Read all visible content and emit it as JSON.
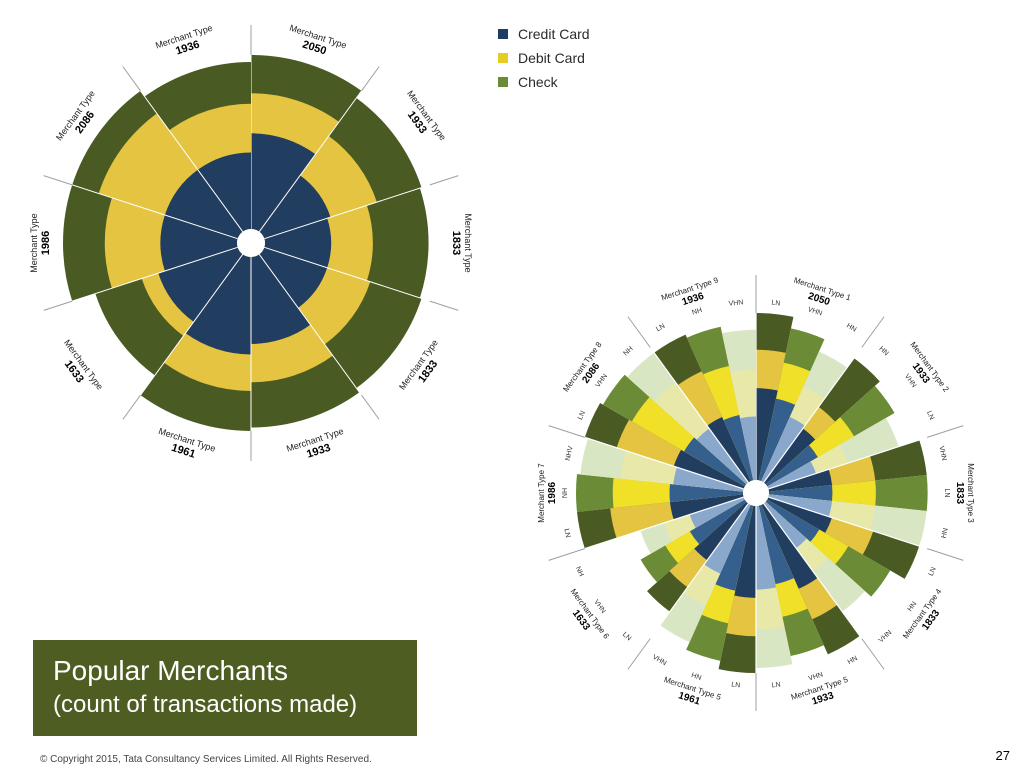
{
  "colors": {
    "credit": "#213d60",
    "debit": "#e4c440",
    "check": "#4a5a23"
  },
  "legend": [
    {
      "label": "Credit Card",
      "color": "#1f3c63"
    },
    {
      "label": "Debit Card",
      "color": "#e5cd22"
    },
    {
      "label": "Check",
      "color": "#6b8b36"
    }
  ],
  "title": {
    "line1": "Popular Merchants",
    "line2": "(count of transactions made)"
  },
  "footer": "© Copyright 2015, Tata Consultancy Services Limited. All Rights Reserved.",
  "page_number": "27",
  "chart_data": [
    {
      "type": "polar-area",
      "series_names": [
        "Credit Card",
        "Debit Card",
        "Check"
      ],
      "segments": [
        {
          "name": "Merchant Type",
          "number": "2050",
          "credit": 0.55,
          "debit": 0.78,
          "check": 1.0
        },
        {
          "name": "Merchant Type",
          "number": "1933",
          "credit": 0.4,
          "debit": 0.68,
          "check": 0.95
        },
        {
          "name": "Merchant Type",
          "number": "1833",
          "credit": 0.38,
          "debit": 0.62,
          "check": 0.94
        },
        {
          "name": "Merchant Type",
          "number": "1833",
          "credit": 0.38,
          "debit": 0.64,
          "check": 0.95
        },
        {
          "name": "Merchant Type",
          "number": "1933",
          "credit": 0.5,
          "debit": 0.72,
          "check": 0.98
        },
        {
          "name": "Merchant Type",
          "number": "1961",
          "credit": 0.56,
          "debit": 0.77,
          "check": 1.0
        },
        {
          "name": "Merchant Type",
          "number": "1633",
          "credit": 0.48,
          "debit": 0.58,
          "check": 0.86
        },
        {
          "name": "Merchant Type",
          "number": "1986",
          "credit": 0.44,
          "debit": 0.76,
          "check": 1.0
        },
        {
          "name": "Merchant Type",
          "number": "2086",
          "credit": 0.44,
          "debit": 0.84,
          "check": 1.0
        },
        {
          "name": "Merchant Type",
          "number": "1936",
          "credit": 0.44,
          "debit": 0.72,
          "check": 0.96
        }
      ]
    },
    {
      "type": "polar-area-nested",
      "series_names": [
        "Credit Card",
        "Debit Card",
        "Check"
      ],
      "segments": [
        {
          "name": "Merchant Type 1",
          "number": "2050",
          "subs": [
            {
              "label": "LN",
              "credit": 0.55,
              "debit": 0.78,
              "check": 1.0
            },
            {
              "label": "VHN",
              "credit": 0.5,
              "debit": 0.72,
              "check": 0.93
            },
            {
              "label": "HN",
              "credit": 0.42,
              "debit": 0.62,
              "check": 0.85
            }
          ]
        },
        {
          "name": "Merchant Type 2",
          "number": "1933",
          "subs": [
            {
              "label": "HN",
              "credit": 0.4,
              "debit": 0.56,
              "check": 0.92
            },
            {
              "label": "VHN",
              "credit": 0.35,
              "debit": 0.6,
              "check": 0.88
            },
            {
              "label": "LN",
              "credit": 0.3,
              "debit": 0.5,
              "check": 0.82
            }
          ]
        },
        {
          "name": "Merchant Type 3",
          "number": "1833",
          "subs": [
            {
              "label": "VHN",
              "credit": 0.38,
              "debit": 0.64,
              "check": 0.95
            },
            {
              "label": "LN",
              "credit": 0.38,
              "debit": 0.64,
              "check": 0.95
            },
            {
              "label": "HN",
              "credit": 0.38,
              "debit": 0.64,
              "check": 0.95
            }
          ]
        },
        {
          "name": "Merchant Type 4",
          "number": "1833",
          "subs": [
            {
              "label": "LN",
              "credit": 0.4,
              "debit": 0.66,
              "check": 0.95
            },
            {
              "label": "HN",
              "credit": 0.36,
              "debit": 0.56,
              "check": 0.85
            },
            {
              "label": "VHN",
              "credit": 0.33,
              "debit": 0.5,
              "check": 0.8
            }
          ]
        },
        {
          "name": "Merchant Type 5",
          "number": "1933",
          "subs": [
            {
              "label": "HN",
              "credit": 0.55,
              "debit": 0.75,
              "check": 0.98
            },
            {
              "label": "VHN",
              "credit": 0.48,
              "debit": 0.68,
              "check": 0.92
            },
            {
              "label": "LN",
              "credit": 0.5,
              "debit": 0.74,
              "check": 0.97
            }
          ]
        },
        {
          "name": "Merchant Type 5",
          "number": "1961",
          "subs": [
            {
              "label": "LN",
              "credit": 0.55,
              "debit": 0.78,
              "check": 1.0
            },
            {
              "label": "HN",
              "credit": 0.52,
              "debit": 0.72,
              "check": 0.95
            },
            {
              "label": "VHN",
              "credit": 0.45,
              "debit": 0.66,
              "check": 0.9
            }
          ]
        },
        {
          "name": "Merchant Type 6",
          "number": "1633",
          "subs": [
            {
              "label": "LN",
              "credit": 0.42,
              "debit": 0.62,
              "check": 0.8
            },
            {
              "label": "VHN",
              "credit": 0.38,
              "debit": 0.55,
              "check": 0.72
            },
            {
              "label": "NH",
              "credit": 0.34,
              "debit": 0.5,
              "check": 0.65
            }
          ]
        },
        {
          "name": "Merchant Type 7",
          "number": "1986",
          "subs": [
            {
              "label": "LN",
              "credit": 0.44,
              "debit": 0.8,
              "check": 1.0
            },
            {
              "label": "NH",
              "credit": 0.44,
              "debit": 0.78,
              "check": 1.0
            },
            {
              "label": "NHV",
              "credit": 0.42,
              "debit": 0.74,
              "check": 0.98
            }
          ]
        },
        {
          "name": "Merchant Type 8",
          "number": "2086",
          "subs": [
            {
              "label": "LN",
              "credit": 0.44,
              "debit": 0.8,
              "check": 1.0
            },
            {
              "label": "VHN",
              "credit": 0.42,
              "debit": 0.78,
              "check": 0.98
            },
            {
              "label": "NH",
              "credit": 0.4,
              "debit": 0.74,
              "check": 0.96
            }
          ]
        },
        {
          "name": "Merchant Type 9",
          "number": "1936",
          "subs": [
            {
              "label": "LN",
              "credit": 0.42,
              "debit": 0.72,
              "check": 0.96
            },
            {
              "label": "NH",
              "credit": 0.4,
              "debit": 0.7,
              "check": 0.94
            },
            {
              "label": "VHN",
              "credit": 0.38,
              "debit": 0.66,
              "check": 0.9
            }
          ]
        }
      ]
    }
  ]
}
